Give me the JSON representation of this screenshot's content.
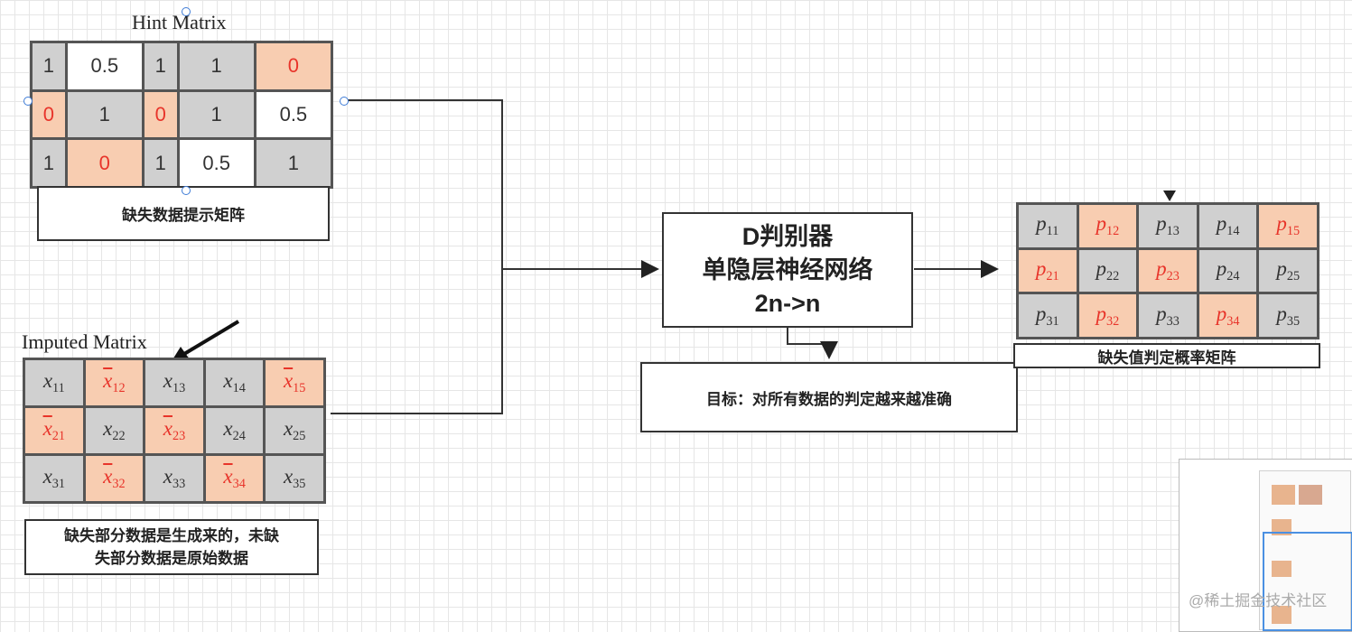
{
  "hint": {
    "title": "Hint Matrix",
    "rows": [
      [
        {
          "v": "1",
          "c": "g"
        },
        {
          "v": "0.5",
          "c": "w"
        },
        {
          "v": "1",
          "c": "g"
        },
        {
          "v": "1",
          "c": "g"
        },
        {
          "v": "0",
          "c": "o"
        }
      ],
      [
        {
          "v": "0",
          "c": "o"
        },
        {
          "v": "1",
          "c": "g"
        },
        {
          "v": "0",
          "c": "o"
        },
        {
          "v": "1",
          "c": "g"
        },
        {
          "v": "0.5",
          "c": "w"
        }
      ],
      [
        {
          "v": "1",
          "c": "g"
        },
        {
          "v": "0",
          "c": "o"
        },
        {
          "v": "1",
          "c": "g"
        },
        {
          "v": "0.5",
          "c": "w"
        },
        {
          "v": "1",
          "c": "g"
        }
      ]
    ],
    "caption": "缺失数据提示矩阵"
  },
  "imputed": {
    "title": "Imputed Matrix",
    "rows": [
      [
        {
          "b": "x",
          "s": "11",
          "c": "g"
        },
        {
          "b": "x",
          "s": "12",
          "c": "o",
          "bar": true
        },
        {
          "b": "x",
          "s": "13",
          "c": "g"
        },
        {
          "b": "x",
          "s": "14",
          "c": "g"
        },
        {
          "b": "x",
          "s": "15",
          "c": "o",
          "bar": true
        }
      ],
      [
        {
          "b": "x",
          "s": "21",
          "c": "o",
          "bar": true
        },
        {
          "b": "x",
          "s": "22",
          "c": "g"
        },
        {
          "b": "x",
          "s": "23",
          "c": "o",
          "bar": true
        },
        {
          "b": "x",
          "s": "24",
          "c": "g"
        },
        {
          "b": "x",
          "s": "25",
          "c": "g"
        }
      ],
      [
        {
          "b": "x",
          "s": "31",
          "c": "g"
        },
        {
          "b": "x",
          "s": "32",
          "c": "o",
          "bar": true
        },
        {
          "b": "x",
          "s": "33",
          "c": "g"
        },
        {
          "b": "x",
          "s": "34",
          "c": "o",
          "bar": true
        },
        {
          "b": "x",
          "s": "35",
          "c": "g"
        }
      ]
    ],
    "caption_line1": "缺失部分数据是生成来的，未缺",
    "caption_line2": "失部分数据是原始数据"
  },
  "discriminator": {
    "line1": "D判别器",
    "line2": "单隐层神经网络",
    "line3": "2n->n"
  },
  "goal": "目标：对所有数据的判定越来越准确",
  "prob": {
    "rows": [
      [
        {
          "b": "p",
          "s": "11",
          "c": "g"
        },
        {
          "b": "p",
          "s": "12",
          "c": "o"
        },
        {
          "b": "p",
          "s": "13",
          "c": "g"
        },
        {
          "b": "p",
          "s": "14",
          "c": "g"
        },
        {
          "b": "p",
          "s": "15",
          "c": "o"
        }
      ],
      [
        {
          "b": "p",
          "s": "21",
          "c": "o"
        },
        {
          "b": "p",
          "s": "22",
          "c": "g"
        },
        {
          "b": "p",
          "s": "23",
          "c": "o"
        },
        {
          "b": "p",
          "s": "24",
          "c": "g"
        },
        {
          "b": "p",
          "s": "25",
          "c": "g"
        }
      ],
      [
        {
          "b": "p",
          "s": "31",
          "c": "g"
        },
        {
          "b": "p",
          "s": "32",
          "c": "o"
        },
        {
          "b": "p",
          "s": "33",
          "c": "g"
        },
        {
          "b": "p",
          "s": "34",
          "c": "o"
        },
        {
          "b": "p",
          "s": "35",
          "c": "g"
        }
      ]
    ],
    "caption": "缺失值判定概率矩阵"
  },
  "watermark": "@稀土掘金技术社区",
  "colors": {
    "gray_cell": "#d0d0d0",
    "orange_cell": "#f8cdb1",
    "red_text": "#e8342a",
    "grid": "#e6e6e6"
  }
}
